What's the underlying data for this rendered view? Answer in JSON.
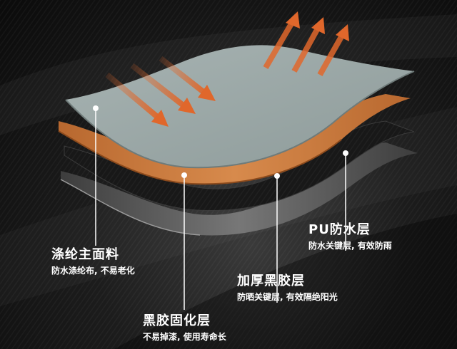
{
  "colors": {
    "background": "#161616",
    "top_layer": "#9aa7a6",
    "orange_layer": "#c9773c",
    "black_layer": "#1a1a1a",
    "gray_layer": "#5a5a5a",
    "arrow": "#e0672b",
    "text": "#ffffff"
  },
  "layers": [
    {
      "title": "涤纶主面料",
      "desc": "防水涤纶布, 不易老化",
      "icon": "fabric-layer"
    },
    {
      "title": "黑胶固化层",
      "desc": "不易掉漆, 使用寿命长",
      "icon": "coating-layer"
    },
    {
      "title": "加厚黑胶层",
      "desc": "防晒关键层, 有效隔绝阳光",
      "icon": "rubber-layer"
    },
    {
      "title": "PU防水层",
      "desc": "防水关键层, 有效防雨",
      "icon": "waterproof-layer"
    }
  ]
}
